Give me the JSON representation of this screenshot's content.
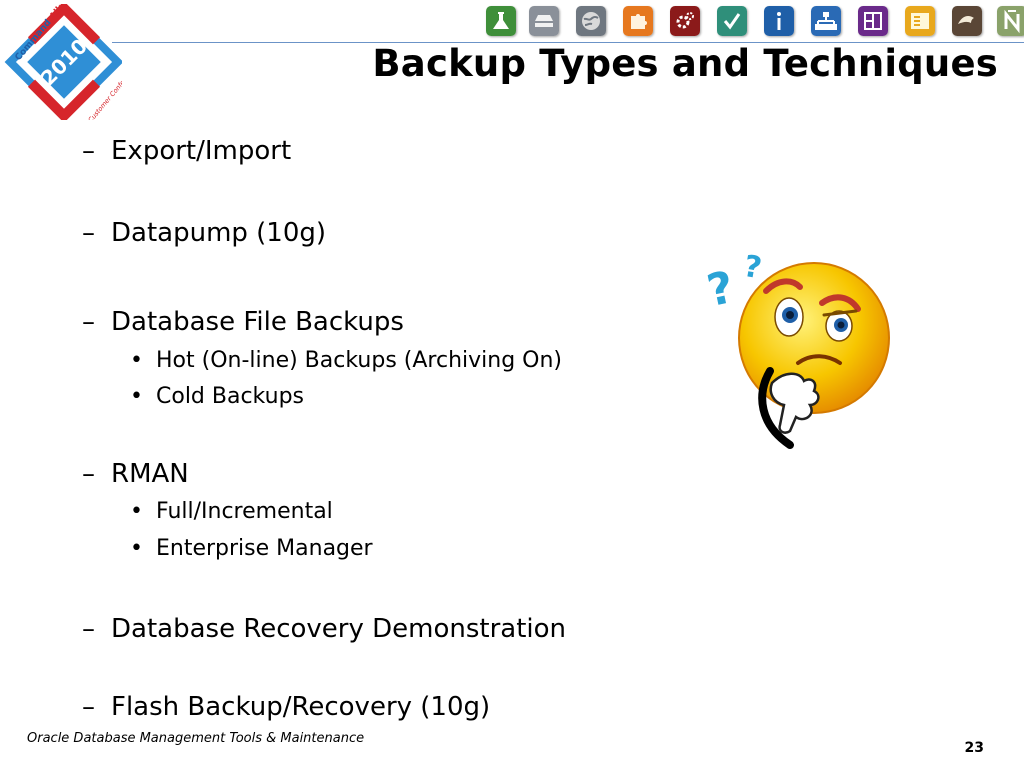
{
  "logo": {
    "line1": "Command",
    "line2": "Alkon",
    "year": "2010",
    "line3": "Customer Conference"
  },
  "toolbar": {
    "icons": [
      {
        "name": "flask-icon",
        "color": "#3f8f3a"
      },
      {
        "name": "stack-icon",
        "color": "#8a9099"
      },
      {
        "name": "globe-icon",
        "color": "#6f7780"
      },
      {
        "name": "puzzle-icon",
        "color": "#e6781f"
      },
      {
        "name": "gears-icon",
        "color": "#8b1a1a"
      },
      {
        "name": "checkmark-icon",
        "color": "#2f8f7a"
      },
      {
        "name": "info-icon",
        "color": "#1f5fa8"
      },
      {
        "name": "org-chart-icon",
        "color": "#2a6ab5"
      },
      {
        "name": "grid-icon",
        "color": "#6a2a8a"
      },
      {
        "name": "document-icon",
        "color": "#e8a81d"
      },
      {
        "name": "ribbon-icon",
        "color": "#5a4636"
      },
      {
        "name": "n-letter-icon",
        "color": "#8aa26a"
      }
    ]
  },
  "slide": {
    "title": "Backup Types and Techniques",
    "footer": "Oracle Database Management Tools & Maintenance",
    "page_number": "23"
  },
  "outline": {
    "dash": "–",
    "bullet": "•",
    "items": [
      {
        "text": "Export/Import",
        "subitems": []
      },
      {
        "text": "Datapump (10g)",
        "subitems": []
      },
      {
        "text": "Database File Backups",
        "subitems": [
          "Hot (On-line) Backups (Archiving On)",
          "Cold Backups"
        ]
      },
      {
        "text": "RMAN",
        "subitems": [
          "Full/Incremental",
          "Enterprise Manager"
        ]
      },
      {
        "text": "Database Recovery Demonstration",
        "subitems": []
      },
      {
        "text": "Flash Backup/Recovery (10g)",
        "subitems": []
      }
    ]
  },
  "illustration": {
    "name": "thinking-smiley",
    "question_marks": [
      "?",
      "?"
    ],
    "question_color": "#2aa3d6",
    "face_color": "#f7c600"
  }
}
